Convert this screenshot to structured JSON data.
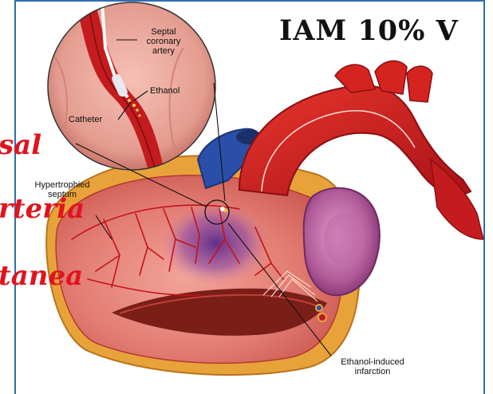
{
  "overlay_text": {
    "title": "IAM 10% V",
    "word_1": "sal",
    "word_2": "rteria",
    "word_3": "tanea"
  },
  "labels": {
    "septal_artery": "Septal\ncoronary\nartery",
    "ethanol": "Ethanol",
    "catheter": "Catheter",
    "hypertrophied_septum": "Hypertrophied\nseptum",
    "infarction": "Ethanol-induced\ninfarction"
  },
  "colors": {
    "frame_blue": "#2f6fb0",
    "overlay_red": "#e0141e",
    "heart_red": "#c8191e",
    "aorta_red": "#d52420",
    "vein_blue": "#2b4fa8",
    "infarct_purple": "#7a3a9a"
  }
}
